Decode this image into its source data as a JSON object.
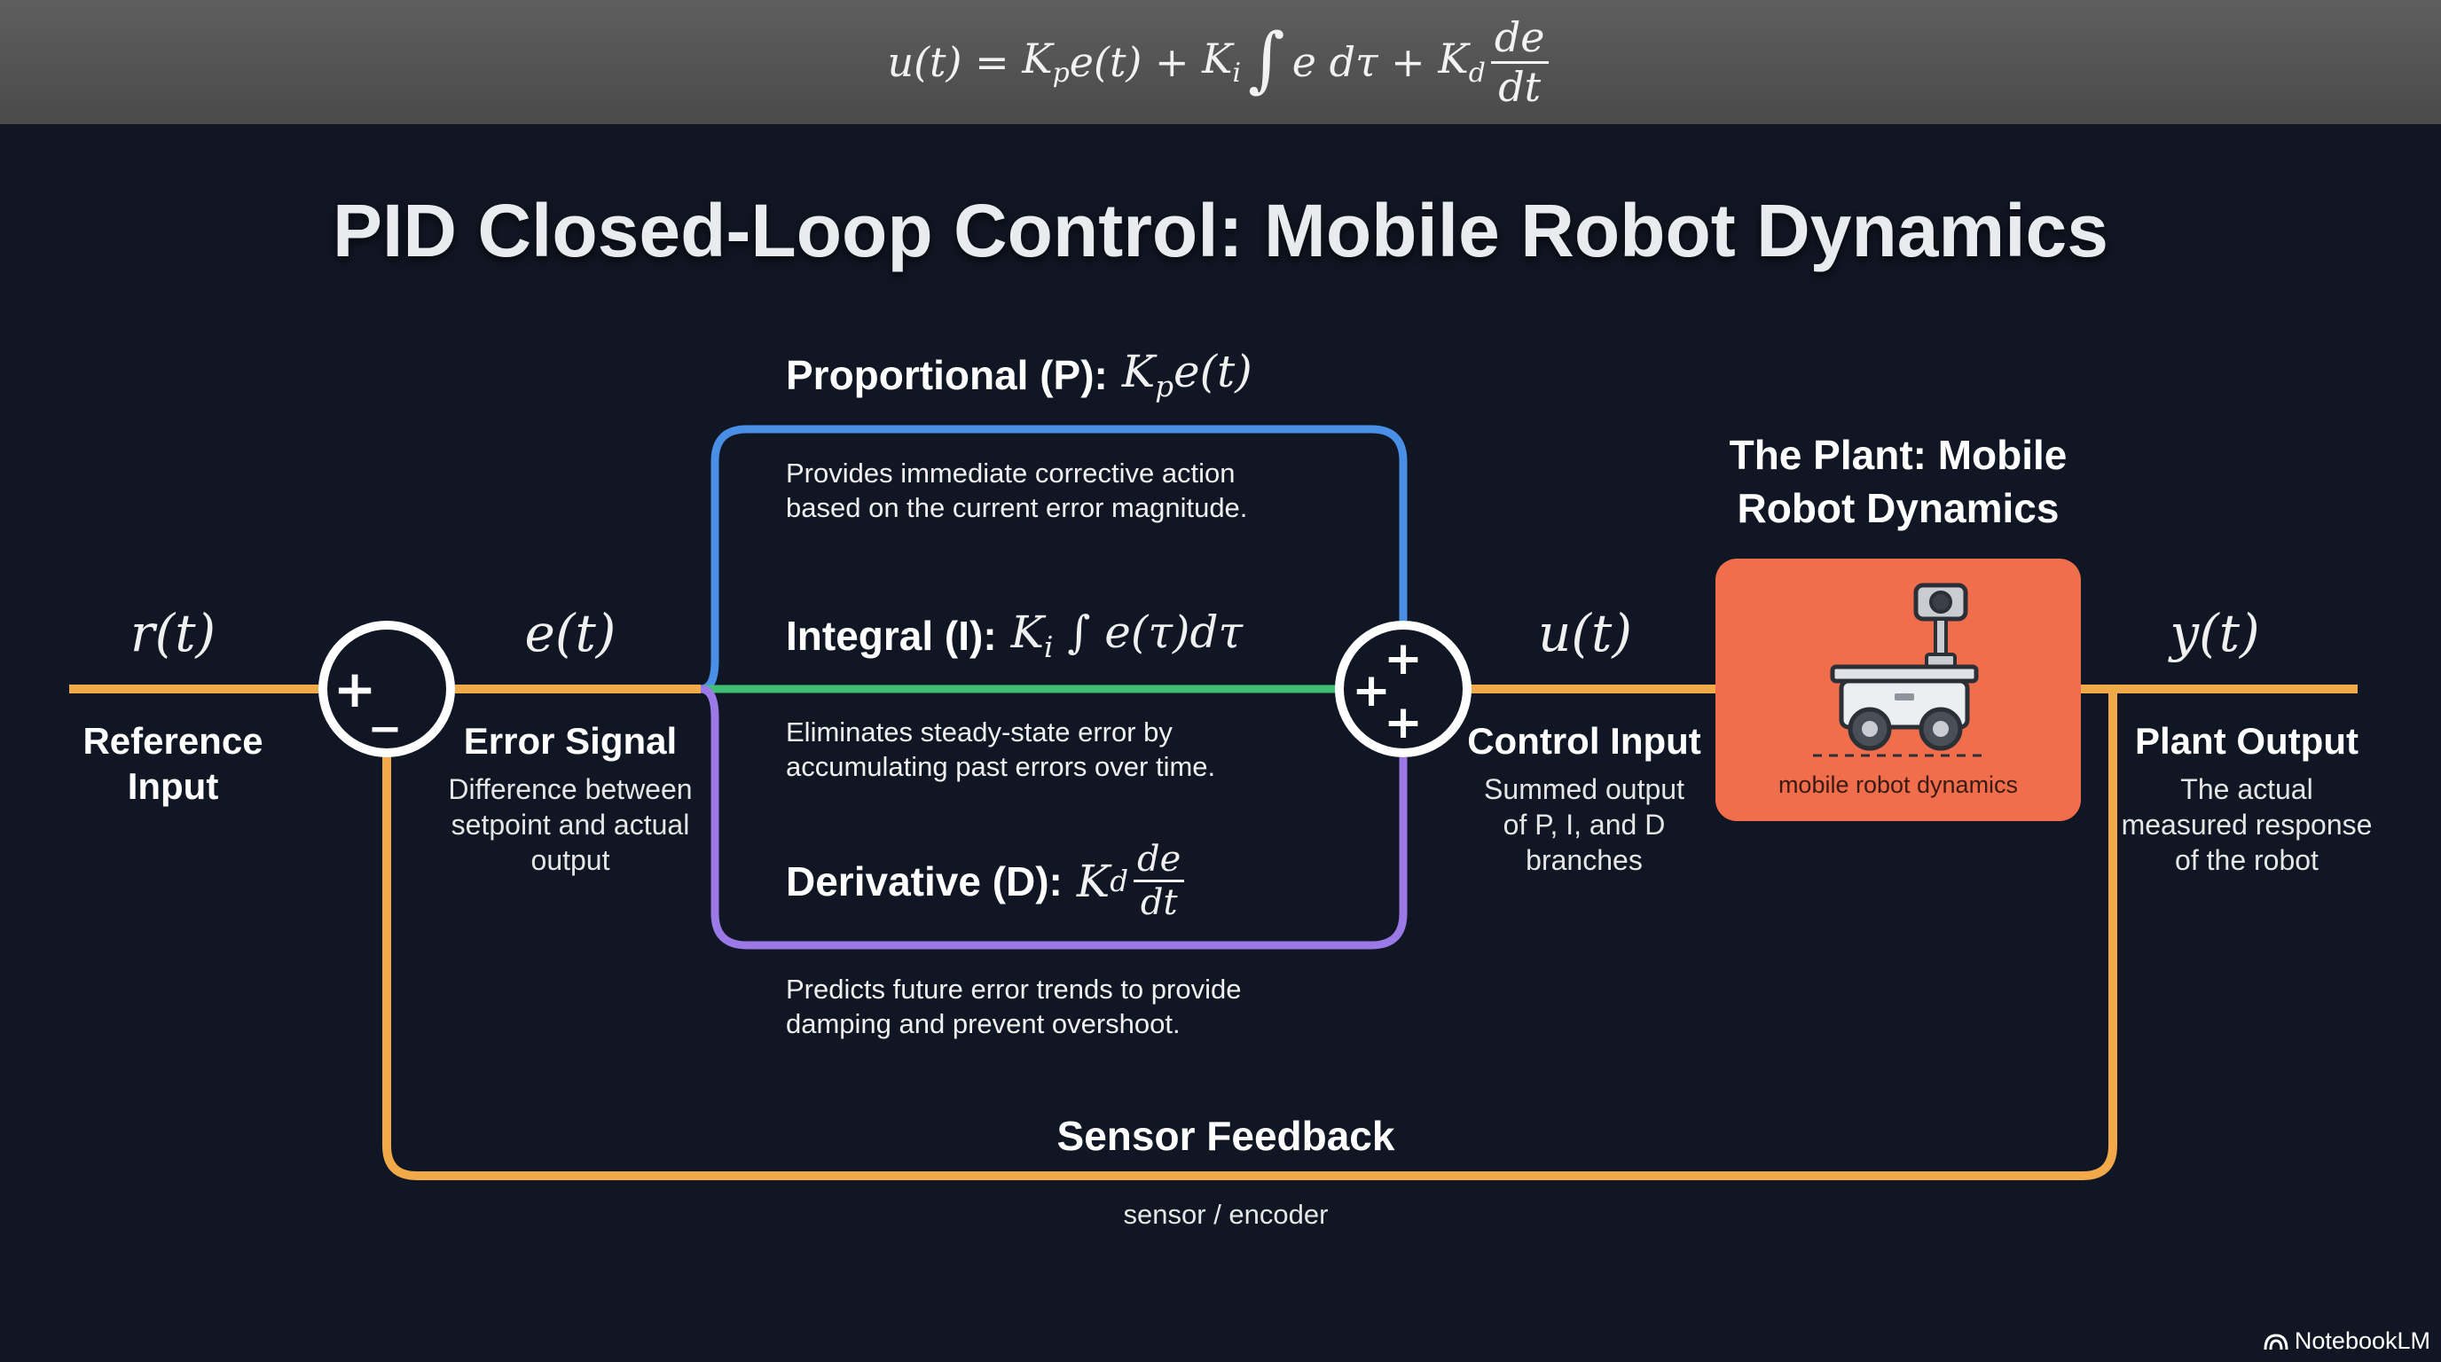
{
  "header": {
    "formula": {
      "lhs": "u(t) =",
      "kp_term": "K",
      "kp_sub": "p",
      "kp_rest": "e(t) +",
      "ki_term": "K",
      "ki_sub": "i",
      "integral": "∫",
      "integrand": "e dτ +",
      "kd_term": "K",
      "kd_sub": "d",
      "frac_num": "de",
      "frac_den": "dt"
    }
  },
  "title": "PID Closed-Loop Control: Mobile Robot Dynamics",
  "signals": {
    "reference": {
      "var": "r(t)",
      "title": "Reference Input"
    },
    "error": {
      "var": "e(t)",
      "title": "Error Signal",
      "desc": "Difference between setpoint and actual output"
    },
    "control": {
      "var": "u(t)",
      "title": "Control Input",
      "desc": "Summed output of P, I, and D branches"
    },
    "output": {
      "var": "y(t)",
      "title": "Plant Output",
      "desc": "The actual measured response of the robot"
    }
  },
  "summing_junction_1": {
    "plus": "+",
    "minus": "_"
  },
  "summing_junction_2": {
    "top": "+",
    "left": "+",
    "bottom": "+"
  },
  "branches": {
    "proportional": {
      "label": "Proportional (P):",
      "k": "K",
      "k_sub": "p",
      "rest": "e(t)",
      "desc": "Provides immediate corrective action based on the current error magnitude."
    },
    "integral": {
      "label": "Integral (I):",
      "k": "K",
      "k_sub": "i",
      "rest": "∫ e(τ)dτ",
      "desc": "Eliminates steady-state error by accumulating past errors over time."
    },
    "derivative": {
      "label": "Derivative (D):",
      "k": "K",
      "k_sub": "d",
      "frac_num": "de",
      "frac_den": "dt",
      "desc": "Predicts future error trends to provide damping and prevent overshoot."
    }
  },
  "plant": {
    "title": "The Plant: Mobile Robot Dynamics",
    "caption": "mobile robot dynamics",
    "icon": "mobile-robot-icon"
  },
  "feedback": {
    "title": "Sensor Feedback",
    "subtitle": "sensor / encoder"
  },
  "brand": {
    "name": "NotebookLM",
    "icon": "notebooklm-icon"
  },
  "colors": {
    "background": "#101623",
    "signal_line": "#f2a94a",
    "proportional": "#4a8fe6",
    "integral": "#3fbf74",
    "derivative": "#9b7ae8",
    "plant": "#f06e4c"
  }
}
